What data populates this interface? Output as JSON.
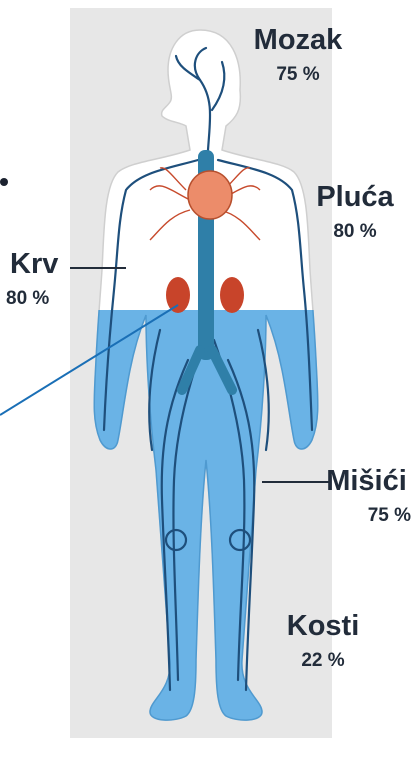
{
  "labels": {
    "mozak": {
      "name": "Mozak",
      "percent": "75 %"
    },
    "pluca": {
      "name": "Pluća",
      "percent": "80 %"
    },
    "krv": {
      "name": "Krv",
      "percent": "80 %"
    },
    "misici": {
      "name": "Mišići",
      "percent": "75 %"
    },
    "kosti": {
      "name": "Kosti",
      "percent": "22 %"
    }
  },
  "colors": {
    "background_panel": "#e7e7e7",
    "water_fill": "#6ab3e6",
    "vessel": "#1e4f7c",
    "aorta": "#2f7fa8",
    "heart": "#ec8c6a",
    "kidney": "#c8442a",
    "lung_vessels": "#c74a2c",
    "label_text": "#222c3a",
    "pointer_line": "#1a6fb6"
  }
}
